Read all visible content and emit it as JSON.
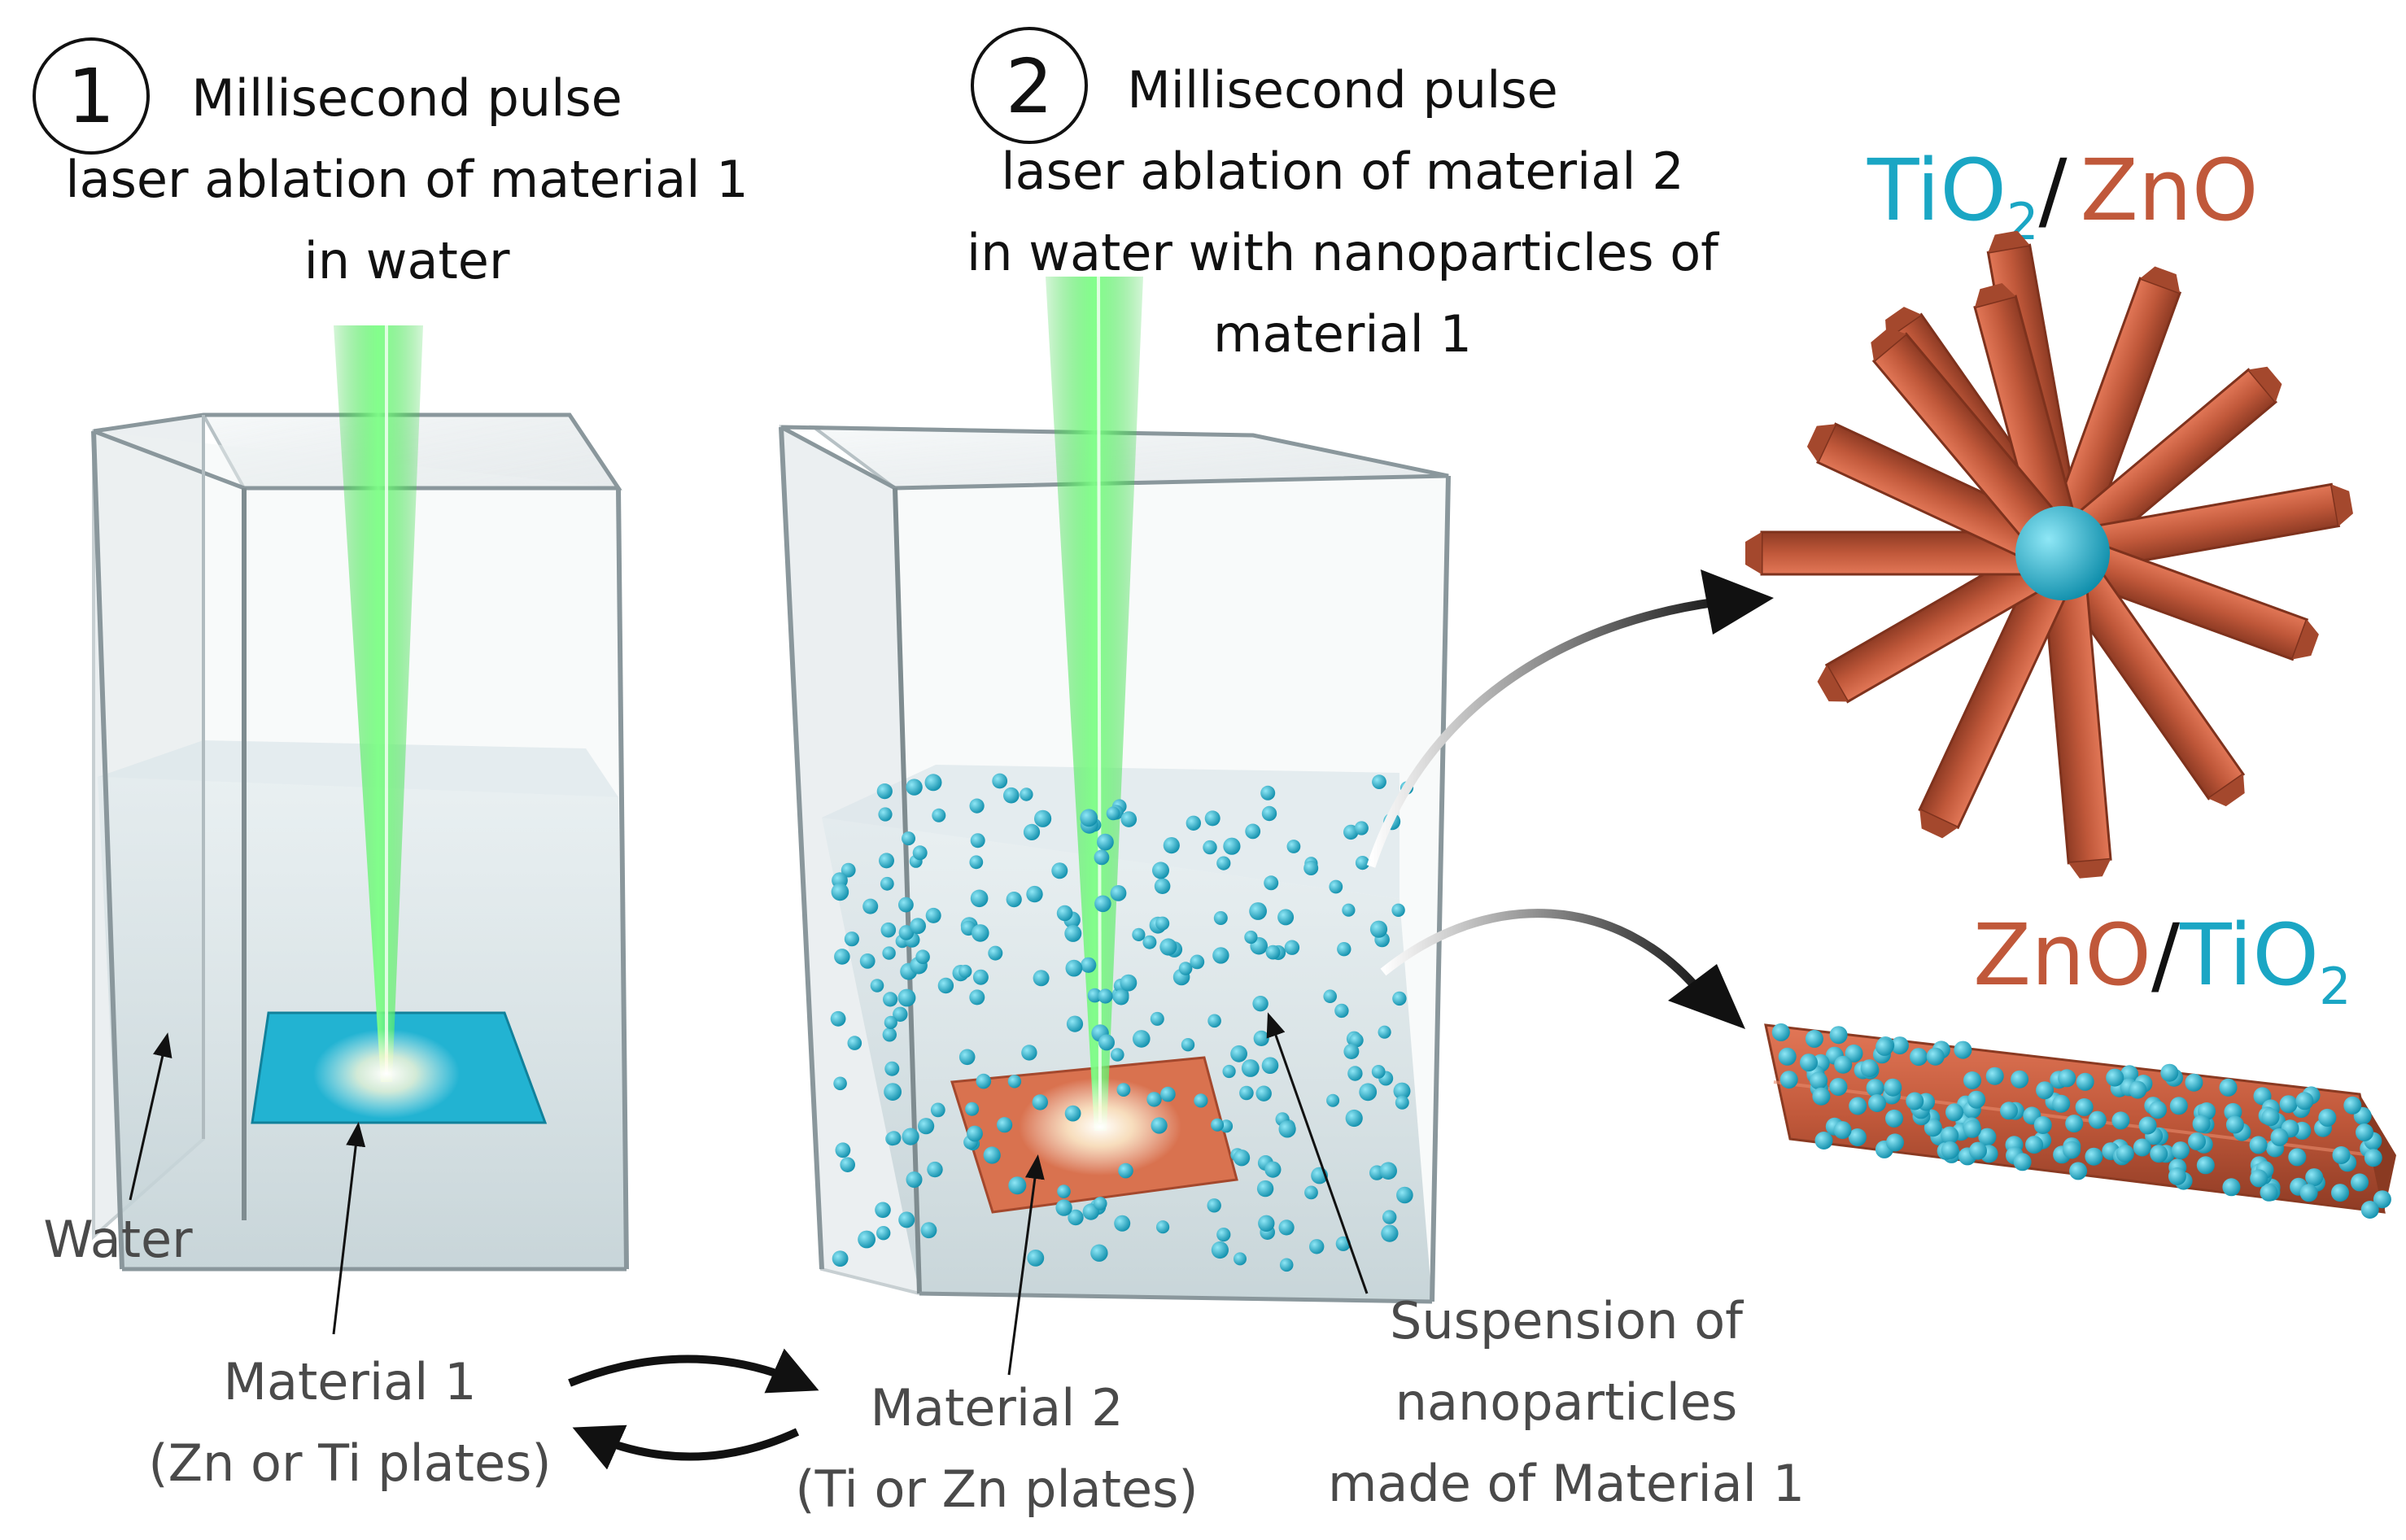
{
  "steps": [
    {
      "number": "1",
      "lines": [
        "Millisecond pulse",
        "laser ablation of material 1",
        "in water"
      ]
    },
    {
      "number": "2",
      "lines": [
        "Millisecond pulse",
        "laser ablation of material 2",
        "in water with nanoparticles of",
        "material 1"
      ]
    }
  ],
  "labels": {
    "water": "Water",
    "material1": [
      "Material 1",
      "(Zn or Ti plates)"
    ],
    "material2": [
      "Material 2",
      "(Ti or Zn plates)"
    ],
    "suspension": [
      "Suspension of",
      "nanoparticles",
      "made of Material 1"
    ]
  },
  "products": {
    "top": {
      "part1": "TiO",
      "sub1": "2",
      "slash": "/",
      "part2": "ZnO"
    },
    "bottom": {
      "part1": "ZnO",
      "slash": "/",
      "part2": "TiO",
      "sub2": "2"
    }
  },
  "colors": {
    "tio2": "#1aa6c4",
    "zno": "#c0583a",
    "laser": "#3de84a",
    "glass": "#c9d3d8",
    "particle": "#1fa8c8"
  },
  "icons": {
    "laser-beam": "green-laser-beam-icon",
    "swap-arrows": "swap-arrows-icon",
    "product-arrow": "curved-arrow-icon"
  }
}
